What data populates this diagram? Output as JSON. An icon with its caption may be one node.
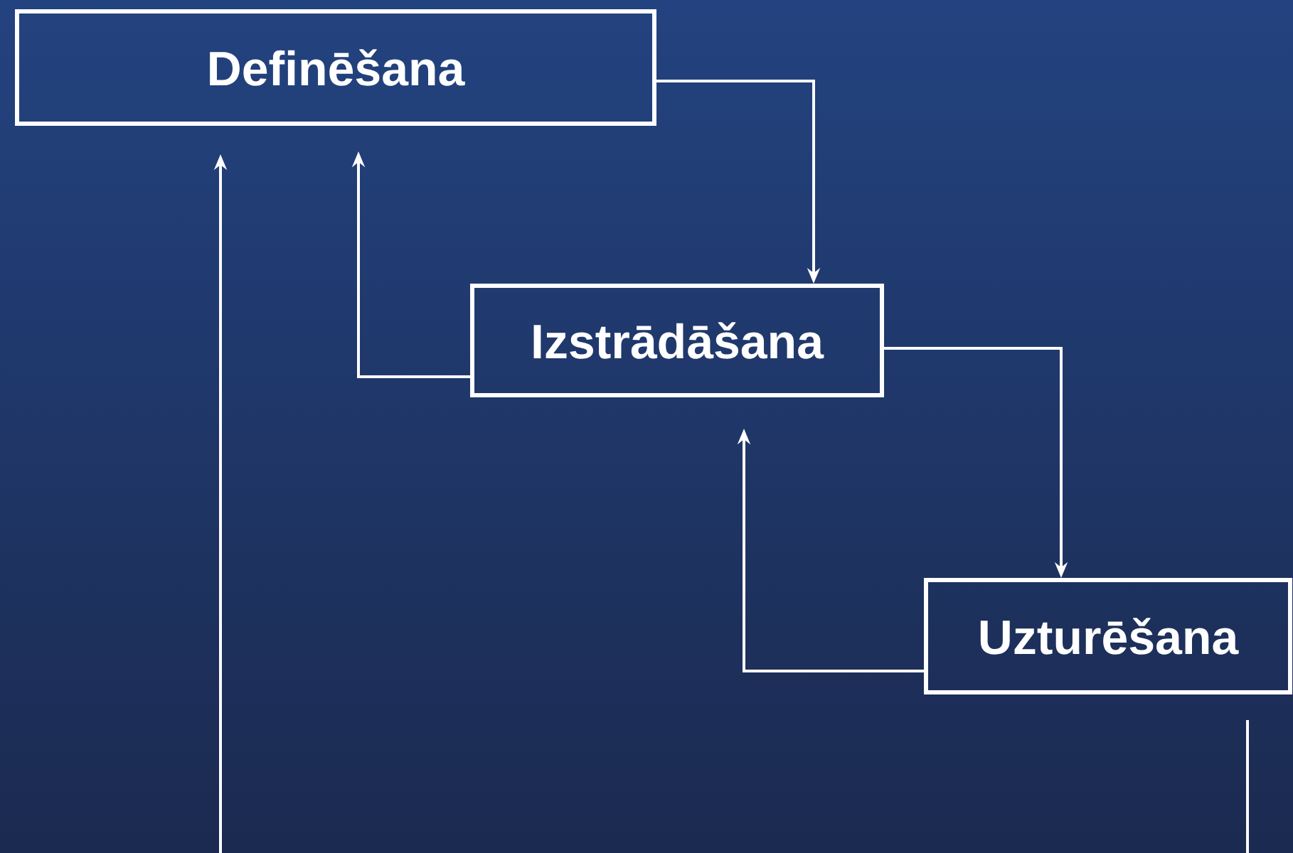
{
  "diagram": {
    "nodes": [
      {
        "text": [
          "Definēšana"
        ]
      },
      {
        "text": [
          "Izstrādāšana"
        ]
      },
      {
        "text": [
          "Uzturēšana"
        ]
      }
    ],
    "edges": [
      {
        "from": 0,
        "to": 1,
        "arrow": "to"
      },
      {
        "from": 1,
        "to": 0,
        "arrow": "to"
      },
      {
        "from": 1,
        "to": 2,
        "arrow": "to"
      },
      {
        "from": 2,
        "to": 1,
        "arrow": "to"
      },
      {
        "from": null,
        "to": 0,
        "arrow": "to"
      },
      {
        "from": 2,
        "to": null,
        "arrow": "none"
      }
    ]
  }
}
